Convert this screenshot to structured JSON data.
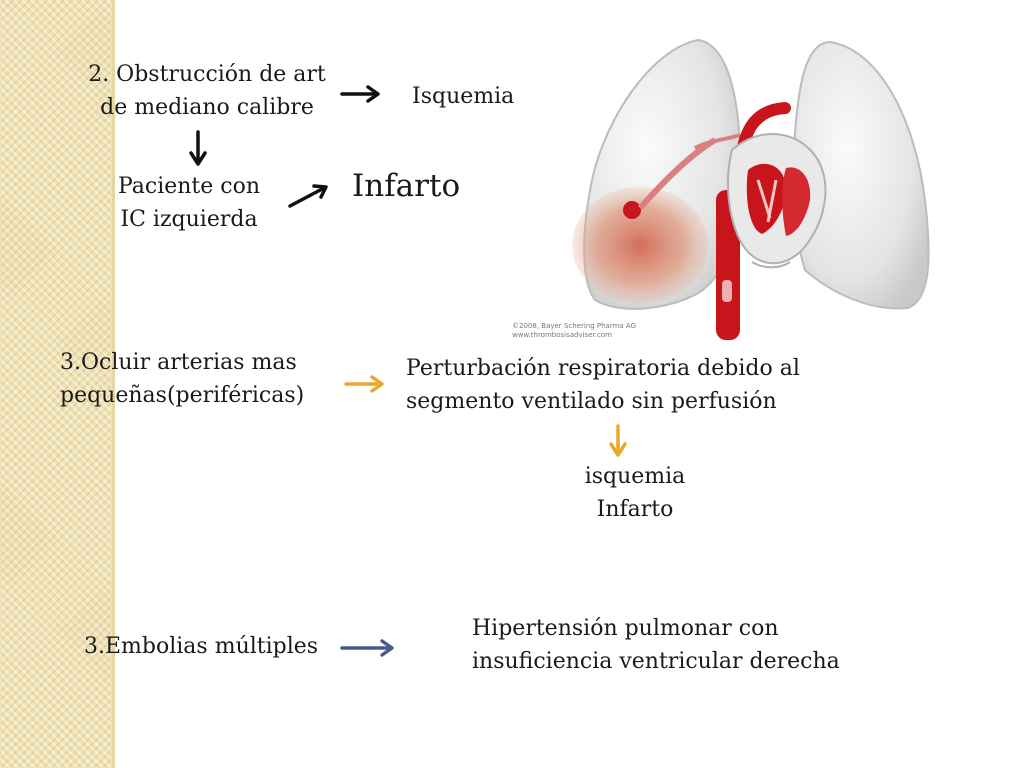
{
  "slide": {
    "step2_cause": "2. Obstrucción de art\nde mediano calibre",
    "isquemia_label": "Isquemia",
    "patient_condition": "Paciente con\nIC izquierda",
    "infarto_label": "Infarto",
    "step3_cause": "3.Ocluir arterias mas\npequeñas(periféricas)",
    "respiratory_effect": "Perturbación respiratoria debido al\nsegmento ventilado sin perfusión",
    "result_lines": "isquemia\nInfarto",
    "multiple_embolism": "3.Embolias múltiples",
    "hypertension_effect": "Hipertensión pulmonar con\ninsuficiencia ventricular derecha",
    "image_credit": "©2008, Bayer Schering Pharma AG\nwww.thrombosisadviser.com"
  },
  "colors": {
    "band": "#efe2b4",
    "arrow_black": "#111111",
    "arrow_orange": "#e8a92a",
    "arrow_blue": "#4a5a8c",
    "blood_red": "#c8151b"
  }
}
